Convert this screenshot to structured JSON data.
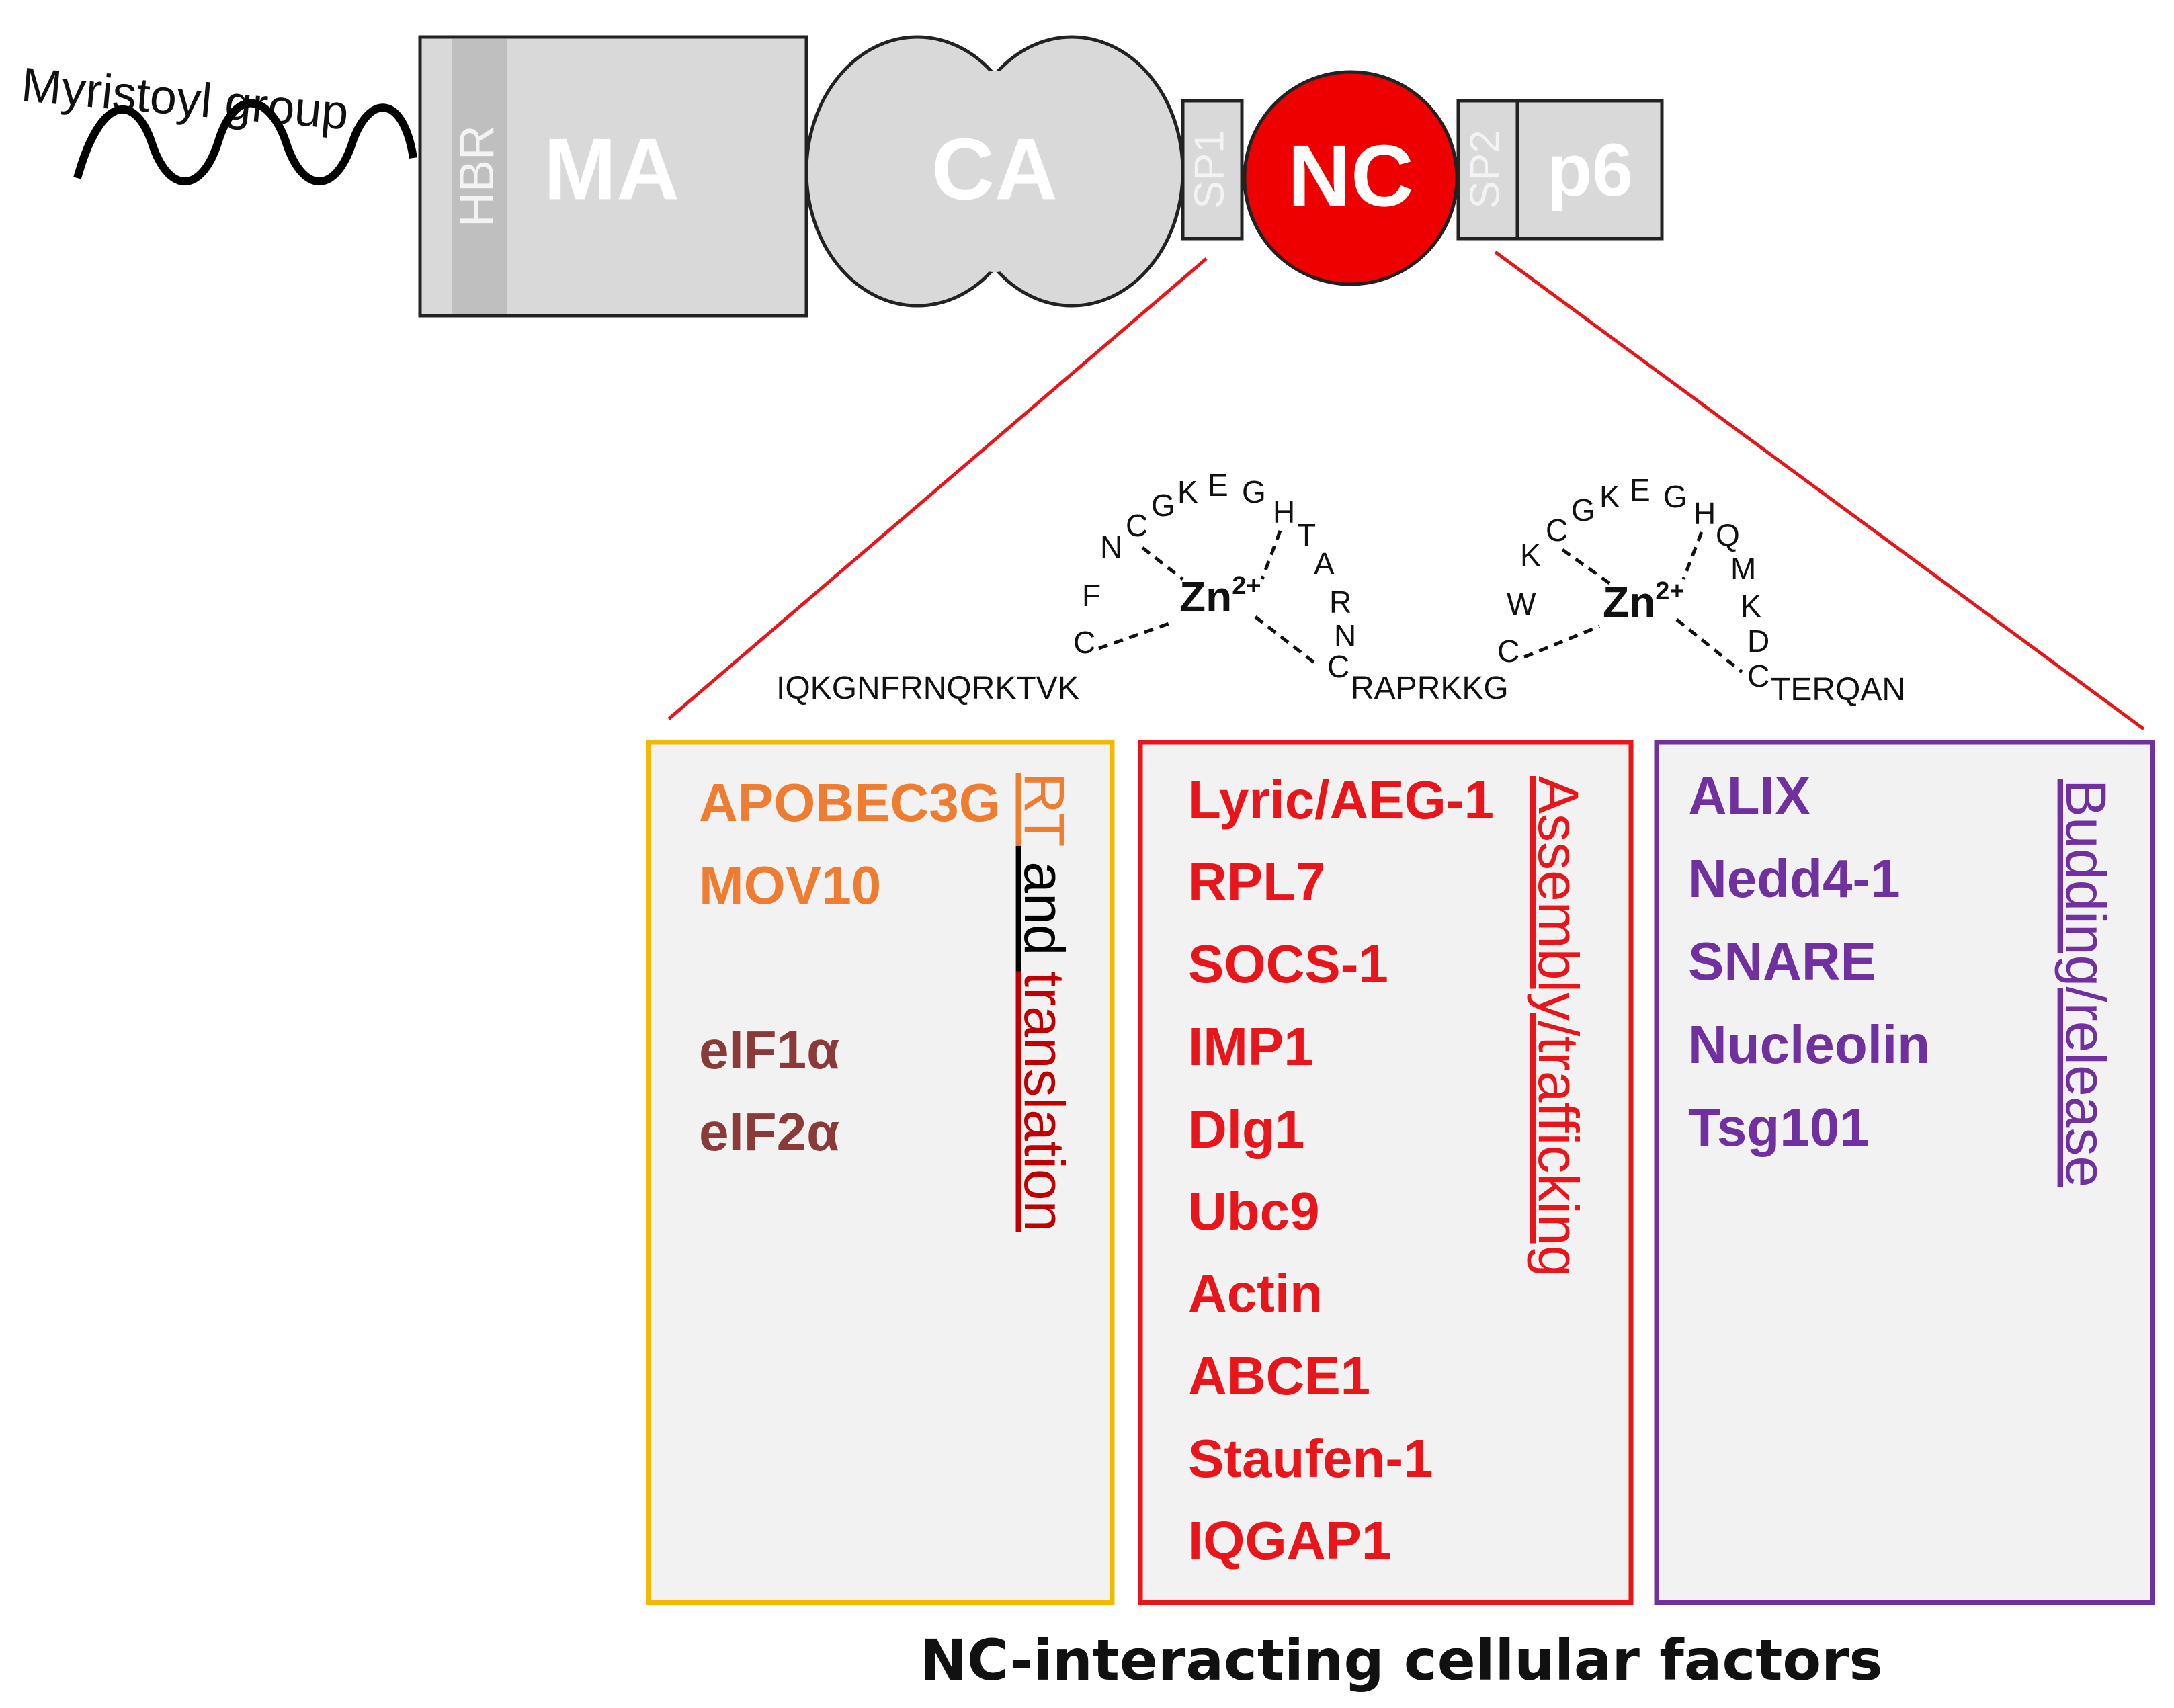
{
  "gag": {
    "myristoyl_label": "Myristoyl group",
    "domains": {
      "hbr": "HBR",
      "ma": "MA",
      "ca": "CA",
      "sp1": "SP1",
      "nc": "NC",
      "sp2": "SP2",
      "p6": "p6"
    }
  },
  "sequence": {
    "n_term": "IQKGNFRNQRKTVK",
    "zinc_label": "Zn",
    "zinc_charge": "2+",
    "finger1": [
      "C",
      "F",
      "N",
      "C",
      "G",
      "K",
      "E",
      "G",
      "H",
      "T",
      "A",
      "R",
      "N",
      "C"
    ],
    "linker": "RAPRKKG",
    "finger2": [
      "C",
      "W",
      "K",
      "C",
      "G",
      "K",
      "E",
      "G",
      "H",
      "Q",
      "M",
      "K",
      "D",
      "C"
    ],
    "c_term": "TERQAN"
  },
  "boxes": {
    "rt": {
      "factors_primary": [
        "APOBEC3G",
        "MOV10"
      ],
      "factors_secondary": [
        "eIF1α",
        "eIF2α"
      ],
      "category_rt": "RT",
      "category_and": " and ",
      "category_translation": "translation"
    },
    "assembly": {
      "factors": [
        "Lyric/AEG-1",
        "RPL7",
        "SOCS-1",
        "IMP1",
        "Dlg1",
        "Ubc9",
        "Actin",
        "ABCE1",
        "Staufen-1",
        "IQGAP1"
      ],
      "category": "Assembly/trafficking"
    },
    "budding": {
      "factors": [
        "ALIX",
        "Nedd4-1",
        "SNARE",
        "Nucleolin",
        "Tsg101"
      ],
      "category": "Budding/release"
    }
  },
  "caption": "NC-interacting cellular factors",
  "colors": {
    "nc_red": "#ee0000",
    "domain_gray": "#d9d9d9",
    "hbr_gray": "#bfbfbf",
    "box_fill": "#f2f2f2",
    "rt_border": "#f5b800",
    "rt_text": "#ee7d31",
    "translation_text": "#8b3a3a",
    "assembly_border": "#e8151b",
    "assembly_text": "#e8151b",
    "budding_border": "#7030a0",
    "budding_text": "#7030a0"
  }
}
